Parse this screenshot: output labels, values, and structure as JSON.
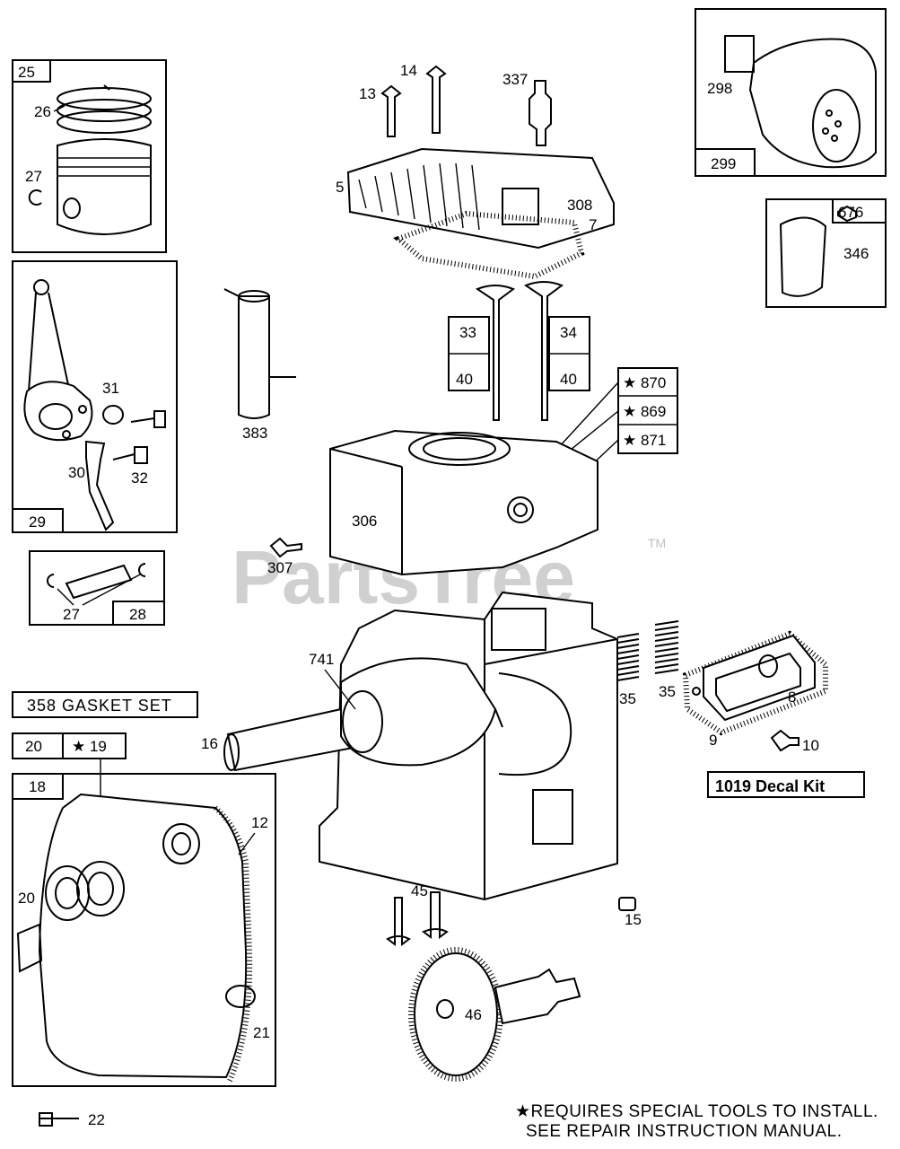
{
  "watermark": {
    "brand": "PartsTree",
    "tm": "TM"
  },
  "groups": {
    "piston_box": "25",
    "connecting_rod_box": "29",
    "piston_pin_box": "28",
    "gasket_set": "358 GASKET SET",
    "oil_seal_box_left": "20",
    "oil_seal_box_right": "★ 19",
    "sump_box": "18",
    "muffler_box": "299",
    "guard_box": "676",
    "decal_kit": "1019 Decal Kit"
  },
  "value_boxes": {
    "intake": {
      "top": "33",
      "bottom": "40"
    },
    "exhaust": {
      "top": "34",
      "bottom": "40"
    }
  },
  "special_tools_parts": [
    "★ 870",
    "★ 869",
    "★ 871"
  ],
  "callouts": {
    "p26": "26",
    "p27a": "27",
    "p31": "31",
    "p30": "30",
    "p32": "32",
    "p27b": "27",
    "p14": "14",
    "p13": "13",
    "p337": "337",
    "p5": "5",
    "p308": "308",
    "p7": "7",
    "p383": "383",
    "p306": "306",
    "p307": "307",
    "p741": "741",
    "p16": "16",
    "p12": "12",
    "p20": "20",
    "p21": "21",
    "p22": "22",
    "p45": "45",
    "p15": "15",
    "p46": "46",
    "p35a": "35",
    "p35b": "35",
    "p8": "8",
    "p9": "9",
    "p10": "10",
    "p298": "298",
    "p346": "346"
  },
  "footnote": {
    "line1": "★REQUIRES SPECIAL TOOLS TO INSTALL.",
    "line2": "SEE REPAIR INSTRUCTION MANUAL."
  }
}
